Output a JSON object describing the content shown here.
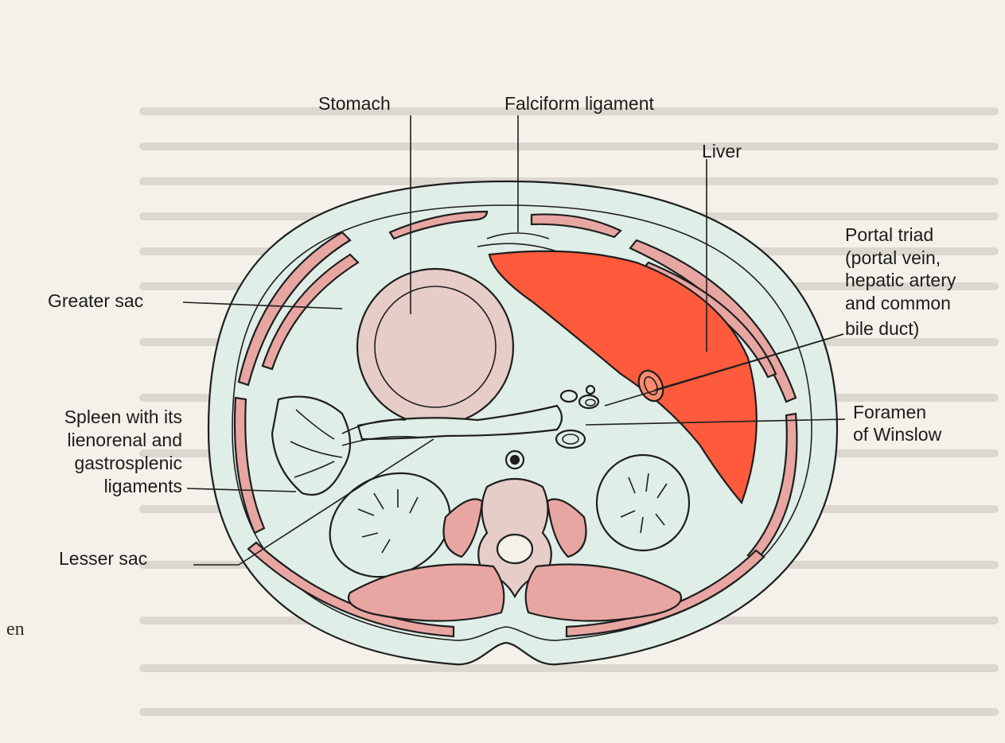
{
  "figure": {
    "labels": {
      "stomach": "Stomach",
      "falciform": "Falciform ligament",
      "liver": "Liver",
      "portal_triad": [
        "Portal triad",
        "(portal vein,",
        "hepatic artery",
        "and common",
        "bile duct)"
      ],
      "greater_sac": "Greater sac",
      "spleen": [
        "Spleen with its",
        "lienorenal and",
        "gastrosplenic",
        "ligaments"
      ],
      "foramen": [
        "Foramen",
        "of Winslow"
      ],
      "lesser_sac": "Lesser sac"
    },
    "page_fragment": "en",
    "colors": {
      "paper": "#f4f1ea",
      "tissue": "#dfeee6",
      "muscle": "#e8a6a2",
      "liver": "#ff5a3c",
      "stomach": "#e6cdc7",
      "outline": "#1e1e1e"
    }
  }
}
